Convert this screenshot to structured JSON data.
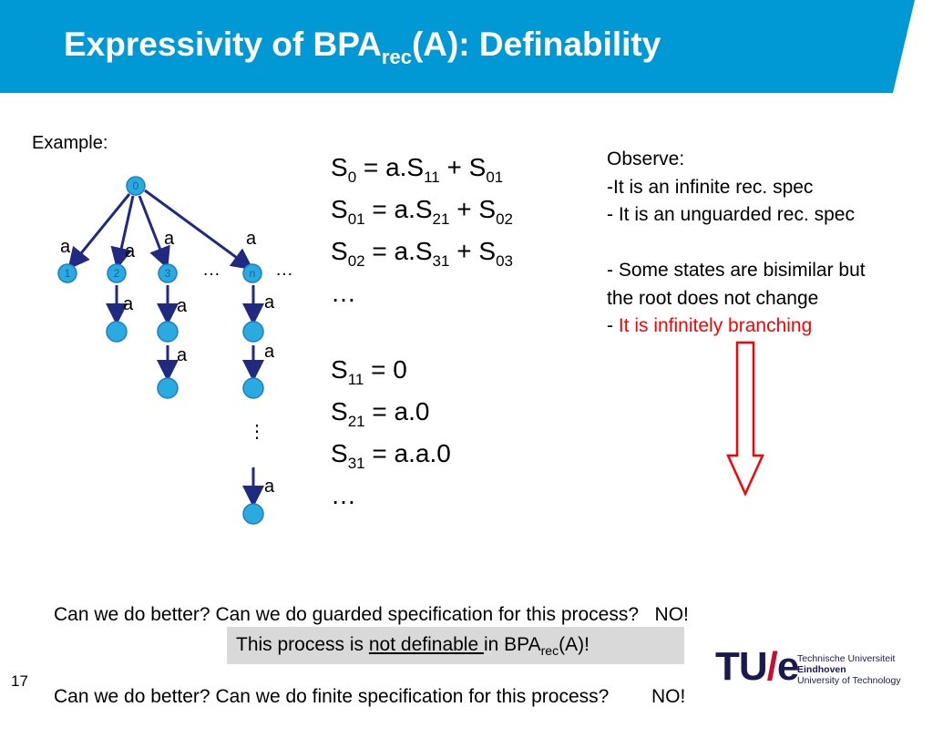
{
  "header": {
    "title_main": "Expressivity of BPA",
    "title_sub": "rec",
    "title_rest": "(A): Definability",
    "color": "#0099d6"
  },
  "example_label": "Example:",
  "tree": {
    "node_fill": "#29abe2",
    "node_stroke": "#1f7fbf",
    "edge_color": "#1f2a80",
    "node_labels": {
      "root": "0",
      "n1": "1",
      "n2": "2",
      "n3": "3",
      "nn": "n"
    },
    "edge_label": "a",
    "dots": "…",
    "vdots": "⋮"
  },
  "equations": {
    "lines": [
      [
        {
          "t": "S"
        },
        {
          "s": "0"
        },
        {
          "t": " = a.S"
        },
        {
          "s": "11"
        },
        {
          "t": " + S"
        },
        {
          "s": "01"
        }
      ],
      [
        {
          "t": "S"
        },
        {
          "s": "01"
        },
        {
          "t": " = a.S"
        },
        {
          "s": "21"
        },
        {
          "t": " + S"
        },
        {
          "s": "02"
        }
      ],
      [
        {
          "t": "S"
        },
        {
          "s": "02"
        },
        {
          "t": " = a.S"
        },
        {
          "s": "31"
        },
        {
          "t": " + S"
        },
        {
          "s": "03"
        }
      ],
      [
        {
          "t": "…"
        }
      ],
      [],
      [
        {
          "t": "S"
        },
        {
          "s": "11"
        },
        {
          "t": " = 0"
        }
      ],
      [
        {
          "t": "S"
        },
        {
          "s": "21"
        },
        {
          "t": " = a.0"
        }
      ],
      [
        {
          "t": "S"
        },
        {
          "s": "31"
        },
        {
          "t": " = a.a.0"
        }
      ],
      [
        {
          "t": "…"
        }
      ]
    ]
  },
  "observe": {
    "heading": "Observe:",
    "item1": "-It is an infinite rec. spec",
    "item2": "- It is an unguarded rec. spec",
    "item3a": "- Some states are bisimilar but",
    "item3b": "the root does not change",
    "item4_prefix": "- ",
    "item4_red": "It is infinitely branching",
    "arrow_color": "#ff0000"
  },
  "questions": {
    "q1": "Can we do better? Can we do guarded specification for this process?   NO!",
    "q2": "Can we do better? Can we do finite specification for this process?        NO!"
  },
  "conclusion": {
    "prefix": "This process is ",
    "underlined": "not definable ",
    "mid": "in BPA",
    "sub": "rec",
    "suffix": "(A)!"
  },
  "slide_number": "17",
  "logo": {
    "mark": "TU/e",
    "line1": "Technische Universiteit",
    "line2": "Eindhoven",
    "line3": "University of Technology"
  }
}
